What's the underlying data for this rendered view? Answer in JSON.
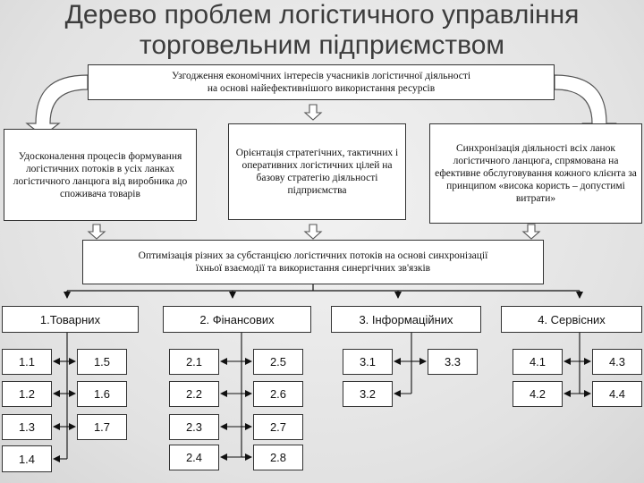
{
  "title": {
    "line1": "Дерево проблем логістичного управління",
    "line2": "торговельним підприємством"
  },
  "top_box": {
    "line1": "Узгодження економічних інтересів учасників логістичної діяльності",
    "line2": "на основі найефективнішого використання ресурсів"
  },
  "left_box": "Удосконалення процесів формування логістичних потоків в усіх ланках логістичного ланцюга від виробника до споживача товарів",
  "center_box": "Орієнтація стратегічних, тактичних і оперативних логістичних цілей на базову стратегію діяльності підприємства",
  "right_box": "Синхронізація діяльності всіх ланок логістичного ланцюга, спрямована на ефективне обслуговування кожного клієнта за принципом «висока користь – допустимі витрати»",
  "middle_box": {
    "line1": "Оптимізація різних за субстанцією логістичних потоків на основі синхронізації",
    "line2": "їхньої взаємодії та використання синергічних зв'язків"
  },
  "categories": [
    "1.Товарних",
    "2. Фінансових",
    "3. Інформаційних",
    "4. Сервісних"
  ],
  "items": {
    "c1_left": [
      "1.1",
      "1.2",
      "1.3",
      "1.4"
    ],
    "c1_right": [
      "1.5",
      "1.6",
      "1.7"
    ],
    "c2_left": [
      "2.1",
      "2.2",
      "2.3",
      "2.4"
    ],
    "c2_right": [
      "2.5",
      "2.6",
      "2.7",
      "2.8"
    ],
    "c3_left": [
      "3.1",
      "3.2"
    ],
    "c3_right": [
      "3.3"
    ],
    "c4_left": [
      "4.1",
      "4.2"
    ],
    "c4_right": [
      "4.3",
      "4.4"
    ]
  }
}
